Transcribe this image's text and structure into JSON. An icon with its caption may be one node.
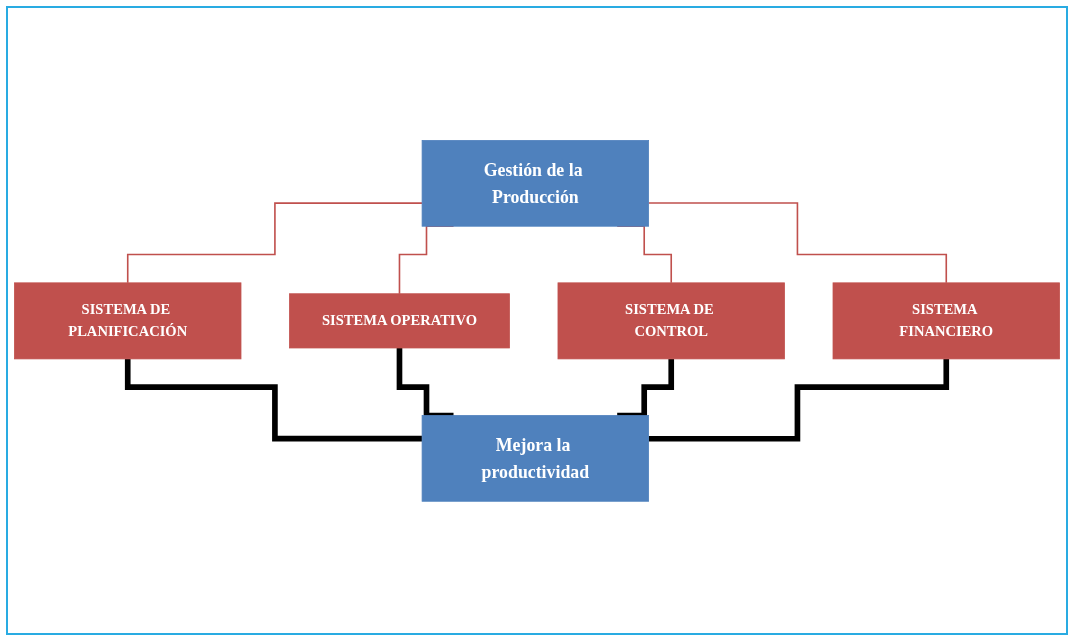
{
  "diagram": {
    "nodes": [
      {
        "text": [
          "Gestión de la Producción"
        ]
      },
      {
        "text": [
          "SISTEMA DE PLANIFICACIÓN"
        ]
      },
      {
        "text": [
          "SISTEMA OPERATIVO"
        ]
      },
      {
        "text": [
          "SISTEMA DE CONTROL"
        ]
      },
      {
        "text": [
          "SISTEMA FINANCIERO"
        ]
      },
      {
        "text": [
          "Mejora la productividad"
        ]
      }
    ],
    "edges": [
      {
        "from": 0,
        "to": 1,
        "arrow": "none",
        "color": "#c0504d"
      },
      {
        "from": 0,
        "to": 2,
        "arrow": "none",
        "color": "#c0504d"
      },
      {
        "from": 0,
        "to": 3,
        "arrow": "none",
        "color": "#c0504d"
      },
      {
        "from": 0,
        "to": 4,
        "arrow": "none",
        "color": "#c0504d"
      },
      {
        "from": 1,
        "to": 5,
        "arrow": "none",
        "style": "thick",
        "color": "#000000"
      },
      {
        "from": 2,
        "to": 5,
        "arrow": "none",
        "style": "thick",
        "color": "#000000"
      },
      {
        "from": 3,
        "to": 5,
        "arrow": "none",
        "style": "thick",
        "color": "#000000"
      },
      {
        "from": 4,
        "to": 5,
        "arrow": "none",
        "style": "thick",
        "color": "#000000"
      }
    ]
  }
}
